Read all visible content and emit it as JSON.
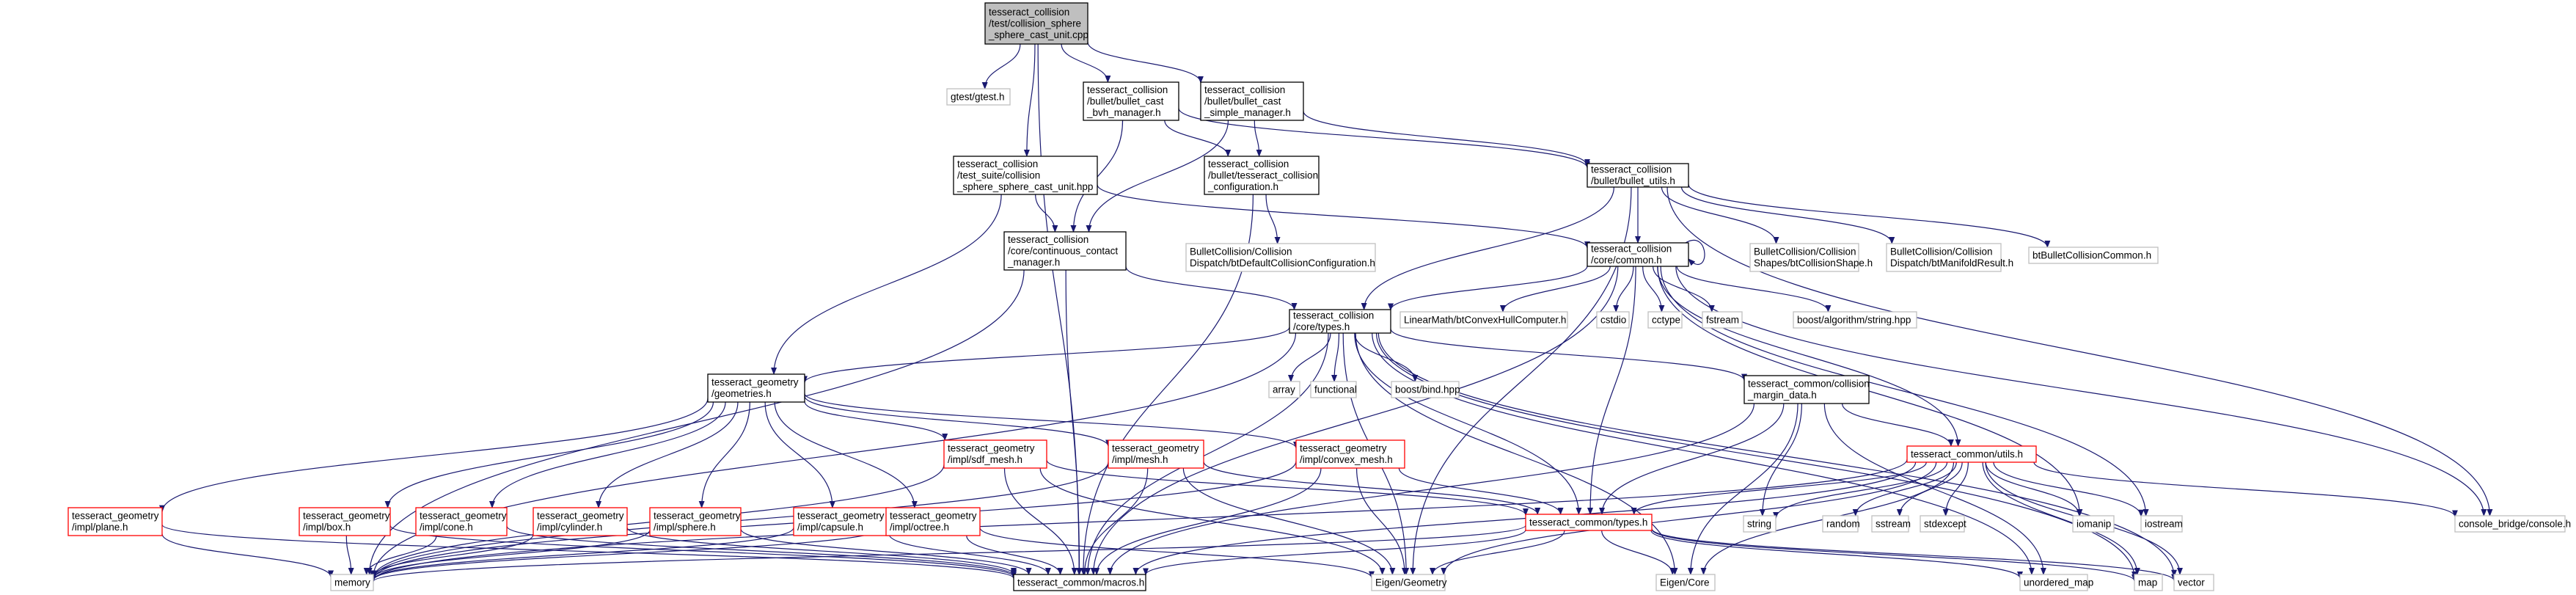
{
  "graph": {
    "nodes": [
      {
        "id": "root",
        "lines": [
          "tesseract_collision",
          "/test/collision_sphere",
          "_sphere_cast_unit.cpp"
        ],
        "style": "root"
      },
      {
        "id": "gtest",
        "lines": [
          "gtest/gtest.h"
        ],
        "style": "ext"
      },
      {
        "id": "bvh",
        "lines": [
          "tesseract_collision",
          "/bullet/bullet_cast",
          "_bvh_manager.h"
        ],
        "style": "file"
      },
      {
        "id": "simple",
        "lines": [
          "tesseract_collision",
          "/bullet/bullet_cast",
          "_simple_manager.h"
        ],
        "style": "file"
      },
      {
        "id": "suite",
        "lines": [
          "tesseract_collision",
          "/test_suite/collision",
          "_sphere_sphere_cast_unit.hpp"
        ],
        "style": "file"
      },
      {
        "id": "tcconfig",
        "lines": [
          "tesseract_collision",
          "/bullet/tesseract_collision",
          "_configuration.h"
        ],
        "style": "file"
      },
      {
        "id": "butils",
        "lines": [
          "tesseract_collision",
          "/bullet/bullet_utils.h"
        ],
        "style": "file"
      },
      {
        "id": "ccm",
        "lines": [
          "tesseract_collision",
          "/core/continuous_contact",
          "_manager.h"
        ],
        "style": "file"
      },
      {
        "id": "btdefault",
        "lines": [
          "BulletCollision/Collision",
          "Dispatch/btDefaultCollisionConfiguration.h"
        ],
        "style": "ext"
      },
      {
        "id": "ccommon",
        "lines": [
          "tesseract_collision",
          "/core/common.h"
        ],
        "style": "file"
      },
      {
        "id": "btshape",
        "lines": [
          "BulletCollision/Collision",
          "Shapes/btCollisionShape.h"
        ],
        "style": "ext"
      },
      {
        "id": "btmanifold",
        "lines": [
          "BulletCollision/Collision",
          "Dispatch/btManifoldResult.h"
        ],
        "style": "ext"
      },
      {
        "id": "btcommon",
        "lines": [
          "btBulletCollisionCommon.h"
        ],
        "style": "ext"
      },
      {
        "id": "ctypes",
        "lines": [
          "tesseract_collision",
          "/core/types.h"
        ],
        "style": "file"
      },
      {
        "id": "hull",
        "lines": [
          "LinearMath/btConvexHullComputer.h"
        ],
        "style": "ext"
      },
      {
        "id": "cstdio",
        "lines": [
          "cstdio"
        ],
        "style": "ext"
      },
      {
        "id": "cctype",
        "lines": [
          "cctype"
        ],
        "style": "ext"
      },
      {
        "id": "fstream",
        "lines": [
          "fstream"
        ],
        "style": "ext"
      },
      {
        "id": "boostalg",
        "lines": [
          "boost/algorithm/string.hpp"
        ],
        "style": "ext"
      },
      {
        "id": "geoms",
        "lines": [
          "tesseract_geometry",
          "/geometries.h"
        ],
        "style": "file"
      },
      {
        "id": "array",
        "lines": [
          "array"
        ],
        "style": "ext"
      },
      {
        "id": "functional",
        "lines": [
          "functional"
        ],
        "style": "ext"
      },
      {
        "id": "boostbind",
        "lines": [
          "boost/bind.hpp"
        ],
        "style": "ext"
      },
      {
        "id": "margin",
        "lines": [
          "tesseract_common/collision",
          "_margin_data.h"
        ],
        "style": "file"
      },
      {
        "id": "sdf",
        "lines": [
          "tesseract_geometry",
          "/impl/sdf_mesh.h"
        ],
        "style": "red"
      },
      {
        "id": "mesh",
        "lines": [
          "tesseract_geometry",
          "/impl/mesh.h"
        ],
        "style": "red"
      },
      {
        "id": "convex",
        "lines": [
          "tesseract_geometry",
          "/impl/convex_mesh.h"
        ],
        "style": "red"
      },
      {
        "id": "cutils",
        "lines": [
          "tesseract_common/utils.h"
        ],
        "style": "red"
      },
      {
        "id": "plane",
        "lines": [
          "tesseract_geometry",
          "/impl/plane.h"
        ],
        "style": "red"
      },
      {
        "id": "box",
        "lines": [
          "tesseract_geometry",
          "/impl/box.h"
        ],
        "style": "red"
      },
      {
        "id": "cone",
        "lines": [
          "tesseract_geometry",
          "/impl/cone.h"
        ],
        "style": "red"
      },
      {
        "id": "cylinder",
        "lines": [
          "tesseract_geometry",
          "/impl/cylinder.h"
        ],
        "style": "red"
      },
      {
        "id": "sphere",
        "lines": [
          "tesseract_geometry",
          "/impl/sphere.h"
        ],
        "style": "red"
      },
      {
        "id": "capsule",
        "lines": [
          "tesseract_geometry",
          "/impl/capsule.h"
        ],
        "style": "red"
      },
      {
        "id": "octree",
        "lines": [
          "tesseract_geometry",
          "/impl/octree.h"
        ],
        "style": "red"
      },
      {
        "id": "commtypes",
        "lines": [
          "tesseract_common/types.h"
        ],
        "style": "red"
      },
      {
        "id": "string",
        "lines": [
          "string"
        ],
        "style": "ext"
      },
      {
        "id": "random",
        "lines": [
          "random"
        ],
        "style": "ext"
      },
      {
        "id": "sstream",
        "lines": [
          "sstream"
        ],
        "style": "ext"
      },
      {
        "id": "stdexcept",
        "lines": [
          "stdexcept"
        ],
        "style": "ext"
      },
      {
        "id": "iomanip",
        "lines": [
          "iomanip"
        ],
        "style": "ext"
      },
      {
        "id": "iostream",
        "lines": [
          "iostream"
        ],
        "style": "ext"
      },
      {
        "id": "console",
        "lines": [
          "console_bridge/console.h"
        ],
        "style": "ext"
      },
      {
        "id": "memory",
        "lines": [
          "memory"
        ],
        "style": "ext"
      },
      {
        "id": "macros",
        "lines": [
          "tesseract_common/macros.h"
        ],
        "style": "file"
      },
      {
        "id": "eigengeo",
        "lines": [
          "Eigen/Geometry"
        ],
        "style": "ext"
      },
      {
        "id": "eigencore",
        "lines": [
          "Eigen/Core"
        ],
        "style": "ext"
      },
      {
        "id": "umap",
        "lines": [
          "unordered_map"
        ],
        "style": "ext"
      },
      {
        "id": "map",
        "lines": [
          "map"
        ],
        "style": "ext"
      },
      {
        "id": "vector",
        "lines": [
          "vector"
        ],
        "style": "ext"
      }
    ],
    "edges": [
      [
        "root",
        "gtest"
      ],
      [
        "root",
        "bvh"
      ],
      [
        "root",
        "simple"
      ],
      [
        "root",
        "suite"
      ],
      [
        "root",
        "macros"
      ],
      [
        "bvh",
        "tcconfig"
      ],
      [
        "bvh",
        "butils"
      ],
      [
        "bvh",
        "ccm"
      ],
      [
        "simple",
        "tcconfig"
      ],
      [
        "simple",
        "butils"
      ],
      [
        "simple",
        "ccm"
      ],
      [
        "suite",
        "ccm"
      ],
      [
        "suite",
        "geoms"
      ],
      [
        "suite",
        "ccommon"
      ],
      [
        "tcconfig",
        "btdefault"
      ],
      [
        "tcconfig",
        "macros"
      ],
      [
        "butils",
        "ccommon"
      ],
      [
        "butils",
        "btshape"
      ],
      [
        "butils",
        "btmanifold"
      ],
      [
        "butils",
        "btcommon"
      ],
      [
        "butils",
        "ctypes"
      ],
      [
        "butils",
        "console"
      ],
      [
        "butils",
        "eigengeo"
      ],
      [
        "ccm",
        "ctypes"
      ],
      [
        "ccm",
        "macros"
      ],
      [
        "ccm",
        "memory"
      ],
      [
        "ccommon",
        "ctypes"
      ],
      [
        "ccommon",
        "hull"
      ],
      [
        "ccommon",
        "cstdio"
      ],
      [
        "ccommon",
        "cctype"
      ],
      [
        "ccommon",
        "fstream"
      ],
      [
        "ccommon",
        "boostalg"
      ],
      [
        "ccommon",
        "cutils"
      ],
      [
        "ccommon",
        "iomanip"
      ],
      [
        "ccommon",
        "iostream"
      ],
      [
        "ccommon",
        "console"
      ],
      [
        "ccommon",
        "macros"
      ],
      [
        "ccommon",
        "ccommon"
      ],
      [
        "ccommon",
        "commtypes"
      ],
      [
        "ctypes",
        "geoms"
      ],
      [
        "ctypes",
        "array"
      ],
      [
        "ctypes",
        "functional"
      ],
      [
        "ctypes",
        "boostbind"
      ],
      [
        "ctypes",
        "margin"
      ],
      [
        "ctypes",
        "commtypes"
      ],
      [
        "ctypes",
        "macros"
      ],
      [
        "ctypes",
        "eigengeo"
      ],
      [
        "ctypes",
        "eigencore"
      ],
      [
        "ctypes",
        "umap"
      ],
      [
        "ctypes",
        "map"
      ],
      [
        "ctypes",
        "vector"
      ],
      [
        "ctypes",
        "memory"
      ],
      [
        "geoms",
        "sdf"
      ],
      [
        "geoms",
        "mesh"
      ],
      [
        "geoms",
        "convex"
      ],
      [
        "geoms",
        "plane"
      ],
      [
        "geoms",
        "box"
      ],
      [
        "geoms",
        "cone"
      ],
      [
        "geoms",
        "cylinder"
      ],
      [
        "geoms",
        "sphere"
      ],
      [
        "geoms",
        "capsule"
      ],
      [
        "geoms",
        "octree"
      ],
      [
        "margin",
        "cutils"
      ],
      [
        "margin",
        "commtypes"
      ],
      [
        "margin",
        "string"
      ],
      [
        "margin",
        "umap"
      ],
      [
        "margin",
        "eigencore"
      ],
      [
        "margin",
        "macros"
      ],
      [
        "sdf",
        "commtypes"
      ],
      [
        "sdf",
        "memory"
      ],
      [
        "sdf",
        "macros"
      ],
      [
        "sdf",
        "eigengeo"
      ],
      [
        "mesh",
        "commtypes"
      ],
      [
        "mesh",
        "memory"
      ],
      [
        "mesh",
        "macros"
      ],
      [
        "mesh",
        "eigengeo"
      ],
      [
        "convex",
        "commtypes"
      ],
      [
        "convex",
        "memory"
      ],
      [
        "convex",
        "macros"
      ],
      [
        "convex",
        "eigengeo"
      ],
      [
        "cutils",
        "commtypes"
      ],
      [
        "cutils",
        "string"
      ],
      [
        "cutils",
        "random"
      ],
      [
        "cutils",
        "sstream"
      ],
      [
        "cutils",
        "stdexcept"
      ],
      [
        "cutils",
        "iomanip"
      ],
      [
        "cutils",
        "iostream"
      ],
      [
        "cutils",
        "console"
      ],
      [
        "cutils",
        "vector"
      ],
      [
        "cutils",
        "map"
      ],
      [
        "cutils",
        "eigencore"
      ],
      [
        "cutils",
        "eigengeo"
      ],
      [
        "cutils",
        "macros"
      ],
      [
        "cutils",
        "memory"
      ],
      [
        "plane",
        "memory"
      ],
      [
        "plane",
        "macros"
      ],
      [
        "box",
        "memory"
      ],
      [
        "box",
        "macros"
      ],
      [
        "cone",
        "memory"
      ],
      [
        "cone",
        "macros"
      ],
      [
        "cylinder",
        "memory"
      ],
      [
        "cylinder",
        "macros"
      ],
      [
        "sphere",
        "memory"
      ],
      [
        "sphere",
        "macros"
      ],
      [
        "capsule",
        "memory"
      ],
      [
        "capsule",
        "macros"
      ],
      [
        "octree",
        "memory"
      ],
      [
        "octree",
        "macros"
      ],
      [
        "octree",
        "eigengeo"
      ],
      [
        "commtypes",
        "macros"
      ],
      [
        "commtypes",
        "eigengeo"
      ],
      [
        "commtypes",
        "eigencore"
      ],
      [
        "commtypes",
        "umap"
      ],
      [
        "commtypes",
        "map"
      ],
      [
        "commtypes",
        "vector"
      ],
      [
        "commtypes",
        "memory"
      ]
    ]
  },
  "colors": {
    "edge": "#191970",
    "root_fill": "#bfbfbf",
    "file_border": "#000000",
    "red_border": "#ff0000",
    "ext_border": "#bfbfbf",
    "text": "#000000"
  }
}
